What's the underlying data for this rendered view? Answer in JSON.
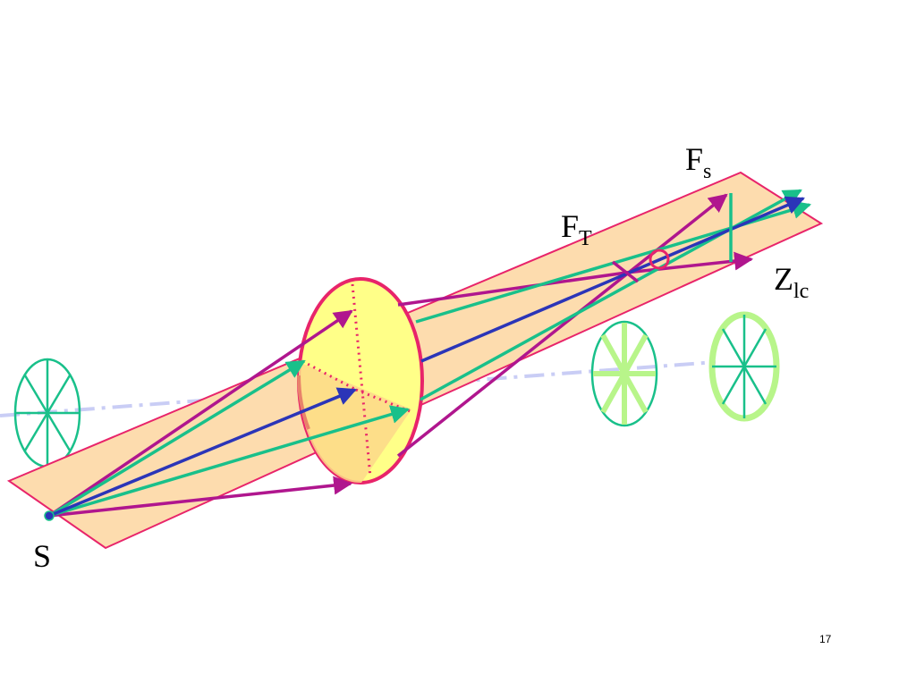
{
  "slide": {
    "number": "17"
  },
  "labels": {
    "source": "S",
    "focal_t": {
      "main": "F",
      "sub": "T"
    },
    "focal_s": {
      "main": "F",
      "sub": "s"
    },
    "least_confusion": {
      "main": "Z",
      "sub": "lc"
    }
  },
  "colors": {
    "plane_fill": "#fddcae",
    "plane_edge": "#e8246a",
    "lens_fill": "#ffff88",
    "lens_edge": "#e8246a",
    "sagittal_ray": "#b0168e",
    "tangential_ray": "#19c08a",
    "chief_ray": "#2b35b8",
    "axis": "#c9cdf5",
    "wheel_teal": "#19c08a",
    "wheel_lime": "#b8f58a",
    "source_dot": "#2b35b8"
  }
}
